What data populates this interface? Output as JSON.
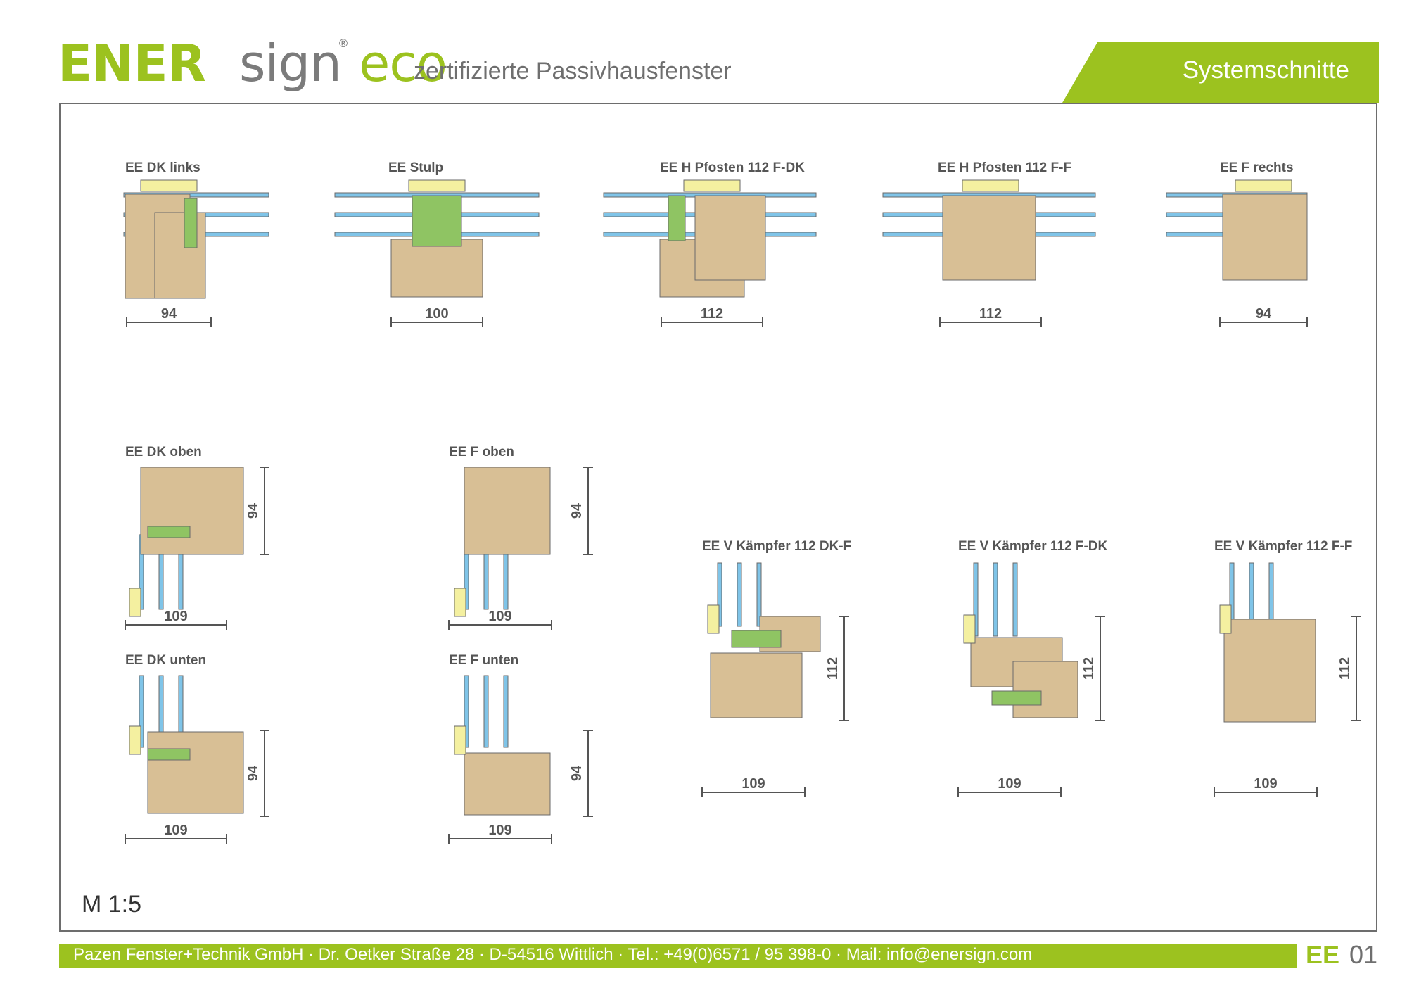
{
  "brand": {
    "ener": "ENER",
    "sign": "sign",
    "reg": "®",
    "eco": "eco",
    "tagline": "zertifizierte Passivhausfenster"
  },
  "header_tab": "Systemschnitte",
  "scale_label": "M 1:5",
  "footer": {
    "contact": "Pazen Fenster+Technik GmbH · Dr. Oetker Straße 28 · D-54516 Wittlich · Tel.: +49(0)6571 / 95 398-0 · Mail: info@enersign.com",
    "page_code": "EE",
    "page_number": "01"
  },
  "colors": {
    "accent": "#9cc21f",
    "wood": "#d8bf95",
    "glass": "#7fc4e8",
    "seal_green": "#8fc463",
    "hardware_yellow": "#f4f0a0"
  },
  "sections": [
    {
      "id": "dk-links",
      "title": "EE DK links",
      "width_label": "94"
    },
    {
      "id": "stulp",
      "title": "EE Stulp",
      "width_label": "100"
    },
    {
      "id": "pfosten-fdk",
      "title": "EE H Pfosten 112 F-DK",
      "width_label": "112"
    },
    {
      "id": "pfosten-ff",
      "title": "EE H Pfosten 112 F-F",
      "width_label": "112"
    },
    {
      "id": "f-rechts",
      "title": "EE F rechts",
      "width_label": "94"
    },
    {
      "id": "dk-oben",
      "title": "EE DK oben",
      "width_label": "109",
      "height_label": "94"
    },
    {
      "id": "f-oben",
      "title": "EE F oben",
      "width_label": "109",
      "height_label": "94"
    },
    {
      "id": "dk-unten",
      "title": "EE DK unten",
      "width_label": "109",
      "height_label": "94"
    },
    {
      "id": "f-unten",
      "title": "EE F unten",
      "width_label": "109",
      "height_label": "94"
    },
    {
      "id": "kaempfer-dkf",
      "title": "EE V Kämpfer 112 DK-F",
      "width_label": "109",
      "height_label": "112"
    },
    {
      "id": "kaempfer-fdk",
      "title": "EE V Kämpfer 112 F-DK",
      "width_label": "109",
      "height_label": "112"
    },
    {
      "id": "kaempfer-ff",
      "title": "EE V Kämpfer 112 F-F",
      "width_label": "109",
      "height_label": "112"
    }
  ]
}
